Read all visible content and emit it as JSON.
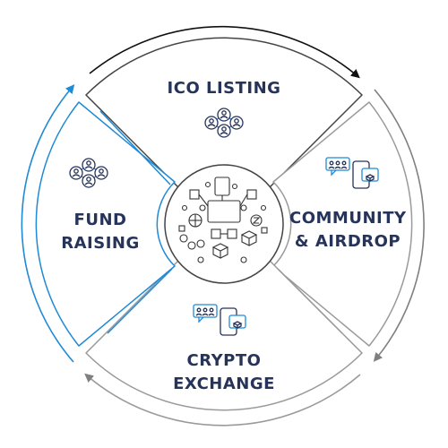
{
  "segments": {
    "top": {
      "lines": [
        "ICO LISTING"
      ]
    },
    "right": {
      "lines": [
        "COMMUNITY",
        "& AIRDROP"
      ]
    },
    "bottom": {
      "lines": [
        "CRYPTO",
        "EXCHANGE"
      ]
    },
    "left": {
      "lines": [
        "FUND",
        "RAISING"
      ]
    }
  },
  "center_icon": "blockchain-network-icon",
  "segment_icons": {
    "top": "people-network-icon",
    "left": "people-network-icon",
    "right": "chat-phone-cube-icon",
    "bottom": "chat-phone-cube-icon"
  },
  "colors": {
    "text": "#27345a",
    "outline": "#444444",
    "light_outline": "#9a9a9a",
    "accent_blue": "#1f8ad6",
    "arrow_black": "#111111",
    "arrow_grey": "#808080"
  }
}
